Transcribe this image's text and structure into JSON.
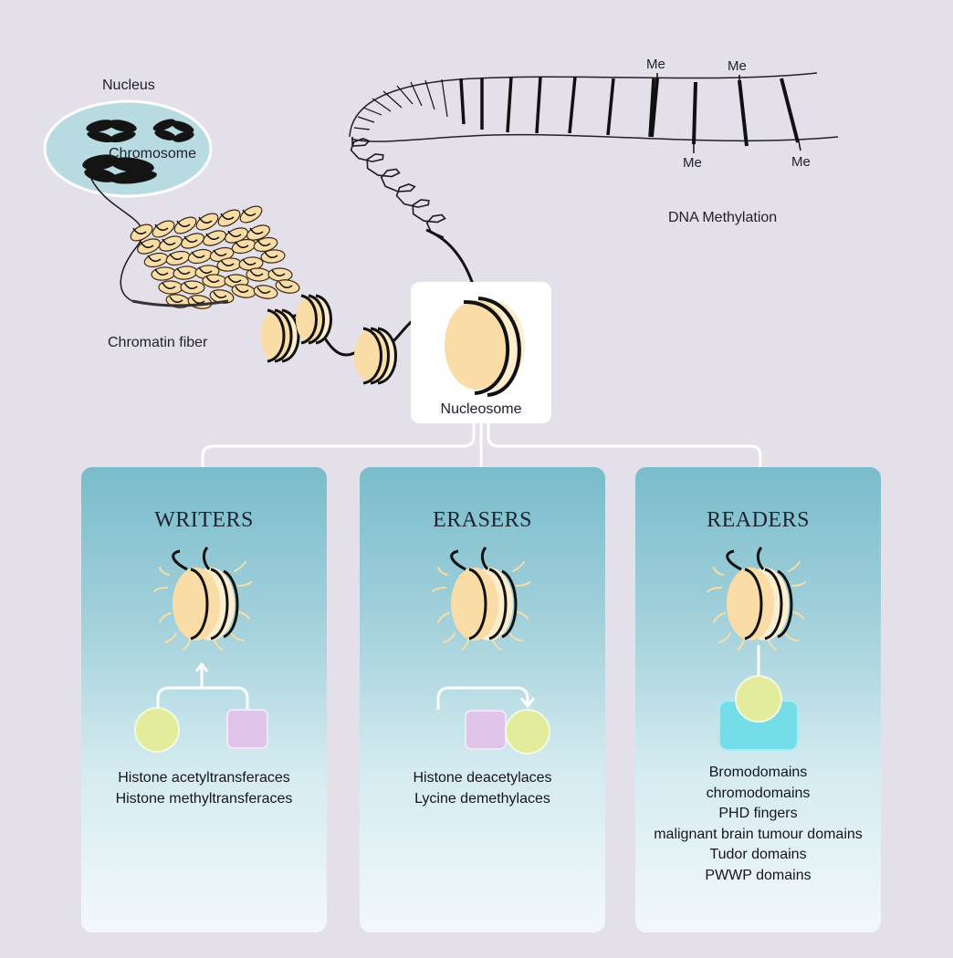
{
  "labels": {
    "nucleus": "Nucleus",
    "chromosome": "Chromosome",
    "chromatin_fiber": "Chromatin fiber",
    "nucleosome": "Nucleosome",
    "dna_methylation": "DNA Methylation",
    "methyl_mark": "Me"
  },
  "panels": [
    {
      "title": "WRITERS",
      "lines": [
        "Histone acetyltransferaces",
        "Histone methyltransferaces"
      ]
    },
    {
      "title": "ERASERS",
      "lines": [
        "Histone deacetylaces",
        "Lycine demethylaces"
      ]
    },
    {
      "title": "READERS",
      "lines": [
        "Bromodomains",
        "chromodomains",
        "PHD fingers",
        "malignant brain tumour domains",
        "Tudor domains",
        "PWWP domains"
      ]
    }
  ],
  "colors": {
    "background": "#e4e0e9",
    "nucleus_fill": "#b7dbe1",
    "nucleosome_fill": "#f9dca6",
    "nucleosome_light": "#fdeecf",
    "writer_circle": "#e2ec9a",
    "eraser_square": "#e0c4ea",
    "reader_base": "#74dde8",
    "dna_stroke": "#111111"
  }
}
